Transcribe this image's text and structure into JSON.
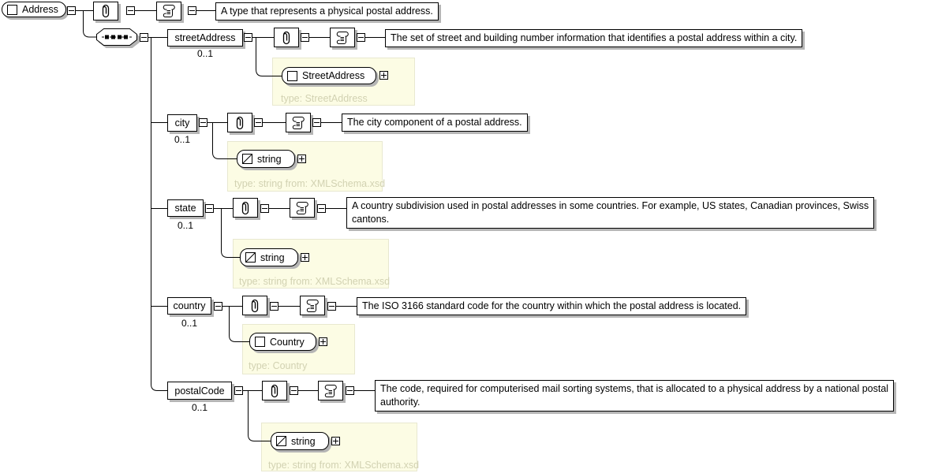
{
  "root": {
    "name": "Address",
    "annotation": "A type that represents a physical postal address."
  },
  "compositor": "sequence",
  "elements": [
    {
      "name": "streetAddress",
      "occurrence": "0..1",
      "annotation_lines": [
        "The set of street and building number information that identifies a postal address within a city."
      ],
      "type": {
        "name": "StreetAddress",
        "caption": "type: StreetAddress"
      }
    },
    {
      "name": "city",
      "occurrence": "0..1",
      "annotation_lines": [
        "The city component of a postal address."
      ],
      "type": {
        "name": "string",
        "caption": "type: string from: XMLSchema.xsd"
      }
    },
    {
      "name": "state",
      "occurrence": "0..1",
      "annotation_lines": [
        "A country subdivision used in postal addresses in some countries. For example, US states, Canadian provinces, Swiss",
        "cantons."
      ],
      "type": {
        "name": "string",
        "caption": "type: string from: XMLSchema.xsd"
      }
    },
    {
      "name": "country",
      "occurrence": "0..1",
      "annotation_lines": [
        "The ISO 3166 standard code for the country within which the postal address is located."
      ],
      "type": {
        "name": "Country",
        "caption": "type: Country"
      }
    },
    {
      "name": "postalCode",
      "occurrence": "0..1",
      "annotation_lines": [
        "The code, required for computerised mail sorting systems, that is allocated to a physical address by a national postal",
        "authority."
      ],
      "type": {
        "name": "string",
        "caption": "type: string from: XMLSchema.xsd"
      }
    }
  ],
  "colors": {
    "panel_bg": "#fcfce4",
    "panel_border": "#e8e8d0",
    "type_caption": "#d2d2b2",
    "shadow": "#b5b5b5",
    "line": "#000000",
    "box_bg": "#ffffff",
    "box_border": "#000000"
  }
}
